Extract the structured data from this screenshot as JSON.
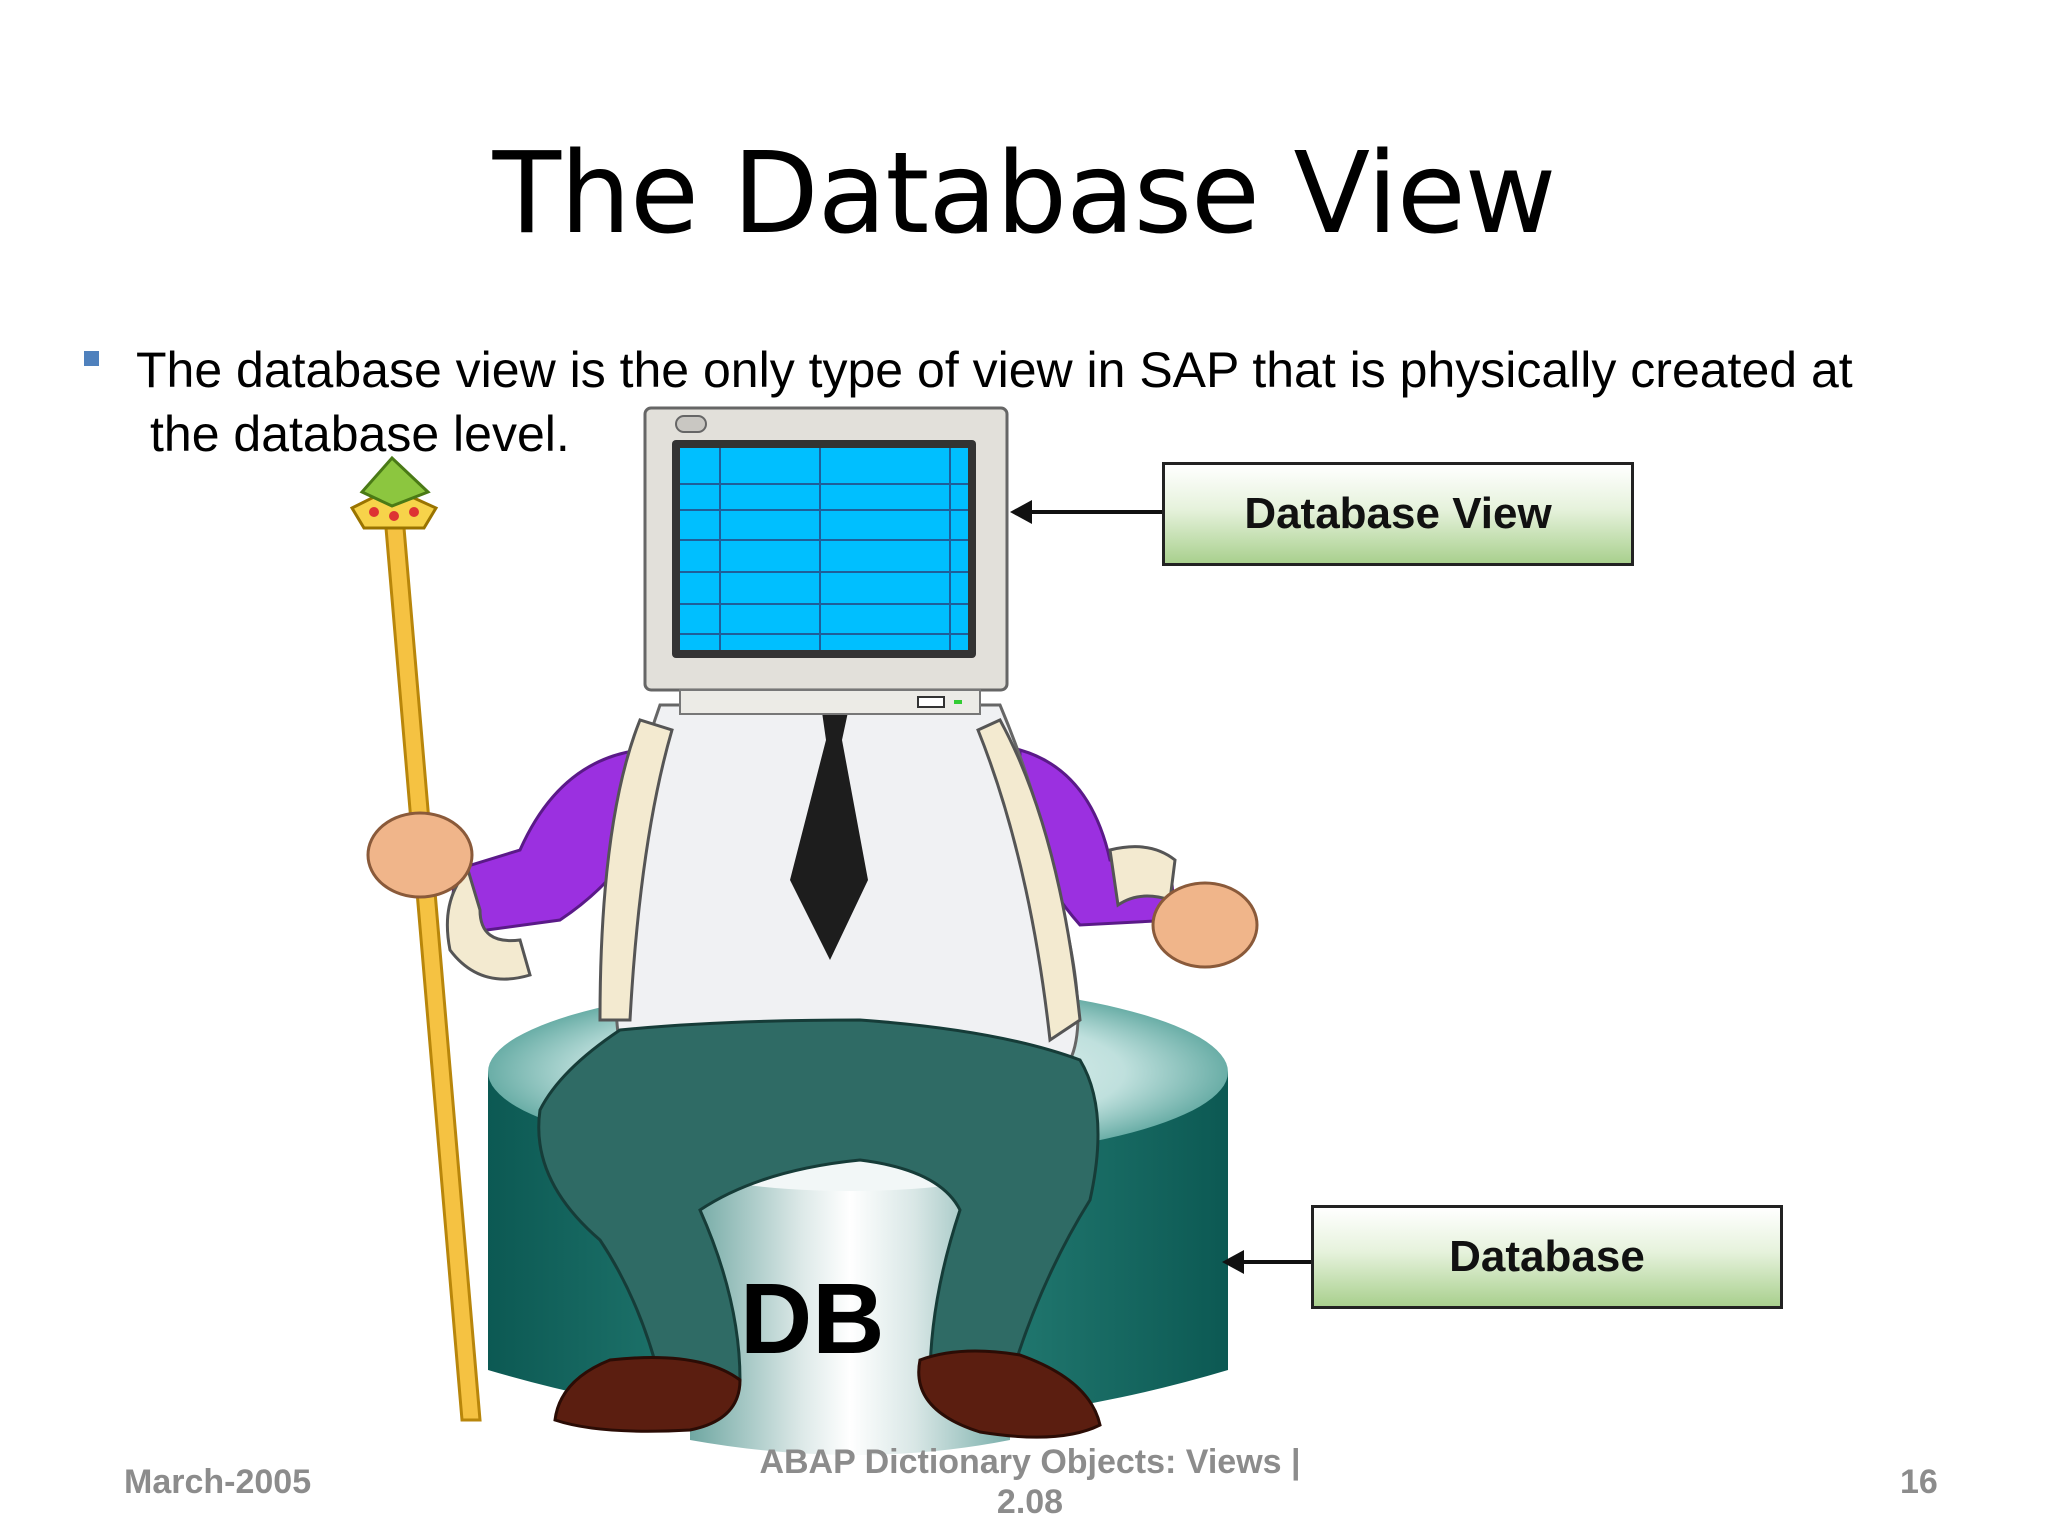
{
  "slide": {
    "title": "The Database View",
    "bullet": {
      "line1": "The database view is the only type of view in SAP that is physically created at",
      "line2": "the database level."
    },
    "callouts": {
      "database_view": "Database View",
      "database": "Database"
    },
    "db_label": "DB",
    "footer": {
      "date": "March-2005",
      "center_line1": "ABAP Dictionary Objects:  Views |",
      "center_line2": "2.08",
      "page_number": "16"
    }
  },
  "colors": {
    "bullet": "#4f81bd",
    "screen": "#00bfff",
    "robe": "#9b30e0",
    "database_cylinder": "#0e5e57",
    "scepter": "#f5c242",
    "callout_fill": "#a9d08e",
    "footer_text": "#8c8c8c"
  },
  "icons": [
    "computer-monitor-head",
    "scepter-icon",
    "database-cylinder-icon",
    "arrow-left-icon"
  ]
}
